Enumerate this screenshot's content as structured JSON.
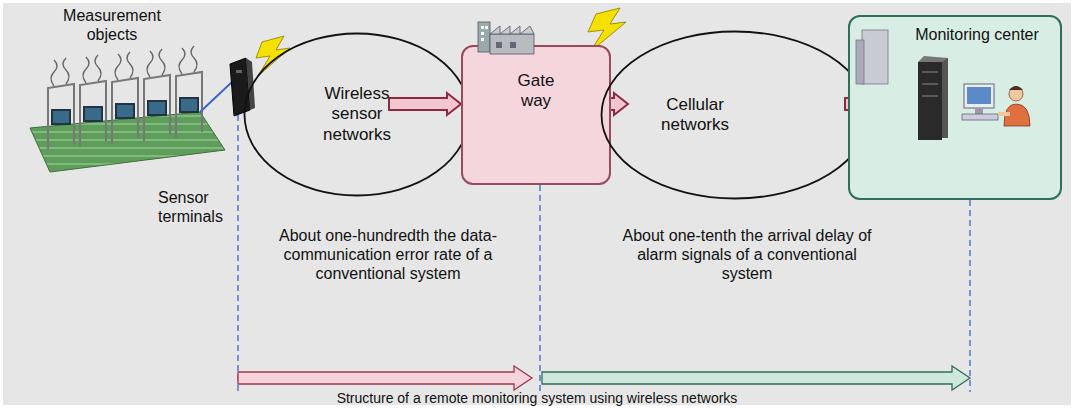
{
  "diagram": {
    "caption": "Structure of a remote monitoring system using wireless networks",
    "nodes": [
      {
        "text": [
          "Wireless sensor networks"
        ]
      },
      {
        "text": [
          "Gate way"
        ]
      },
      {
        "text": [
          "Cellular networks"
        ]
      },
      {
        "text": [
          "Monitoring center"
        ]
      }
    ],
    "edges": [
      {
        "from": 0,
        "to": 1,
        "arrow": "to"
      },
      {
        "from": 1,
        "to": 2,
        "arrow": "to"
      },
      {
        "from": 2,
        "to": 3,
        "arrow": "to"
      }
    ],
    "labels": [
      "Measurement objects",
      "Sensor terminals",
      "About one-hundredth the data-communication error rate of a conventional system",
      "About one-tenth the arrival delay of alarm signals of a conventional system"
    ]
  }
}
